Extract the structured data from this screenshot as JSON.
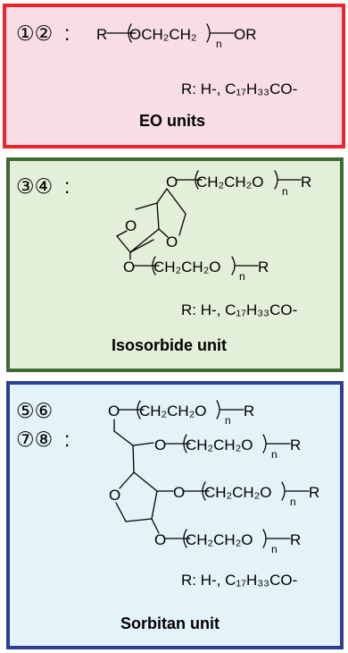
{
  "panels": [
    {
      "id": "eo",
      "label_line1": "①②",
      "label_line2": "",
      "colon": ":",
      "formula": {
        "r_left": "R",
        "repeat": "OCH₂CH₂",
        "n": "n",
        "end": "OR"
      },
      "r_groups": "R: H-, C₁₇H₃₃CO-",
      "unit_label": "EO units",
      "border_color": "#e8262c",
      "fill_color": "#f8dde6"
    },
    {
      "id": "isosorbide",
      "label_line1": "③④",
      "label_line2": "",
      "colon": ":",
      "chains": [
        {
          "o": "O",
          "repeat": "CH₂CH₂O",
          "n": "n",
          "end": "R"
        },
        {
          "o": "O",
          "repeat": "CH₂CH₂O",
          "n": "n",
          "end": "R"
        }
      ],
      "ring_atoms": [
        "O",
        "O"
      ],
      "r_groups": "R: H-, C₁₇H₃₃CO-",
      "unit_label": "Isosorbide unit",
      "border_color": "#3e6a34",
      "fill_color": "#e3efd9"
    },
    {
      "id": "sorbitan",
      "label_line1": "⑤⑥",
      "label_line2": "⑦⑧",
      "colon": ":",
      "chains": [
        {
          "o": "O",
          "repeat": "CH₂CH₂O",
          "n": "n",
          "end": "R"
        },
        {
          "o": "O",
          "repeat": "CH₂CH₂O",
          "n": "n",
          "end": "R"
        },
        {
          "o": "O",
          "repeat": "CH₂CH₂O",
          "n": "n",
          "end": "R"
        },
        {
          "o": "O",
          "repeat": "CH₂CH₂O",
          "n": "n",
          "end": "R"
        }
      ],
      "ring_atoms": [
        "O"
      ],
      "r_groups": "R: H-, C₁₇H₃₃CO-",
      "unit_label": "Sorbitan unit",
      "border_color": "#2c3f95",
      "fill_color": "#e3f3f9"
    }
  ]
}
